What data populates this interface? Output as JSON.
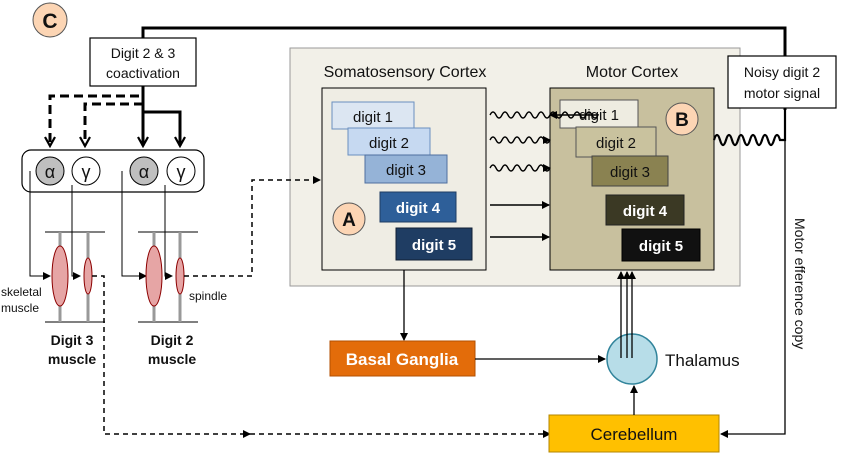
{
  "panel_label": "C",
  "top_box": {
    "line1": "Digit 2 & 3",
    "line2": "coactivation"
  },
  "noisy_box": {
    "line1": "Noisy digit 2",
    "line2": "motor signal"
  },
  "somatosensory": {
    "title": "Somatosensory Cortex",
    "marker": "A",
    "digits": [
      "digit 1",
      "digit 2",
      "digit 3",
      "digit 4",
      "digit 5"
    ]
  },
  "motor": {
    "title": "Motor Cortex",
    "marker": "B",
    "digits": [
      "digit 1",
      "digit 2",
      "digit 3",
      "digit 4",
      "digit 5"
    ]
  },
  "neurons": {
    "alpha": "α",
    "gamma": "γ"
  },
  "muscle_labels": {
    "skeletal1": "skeletal",
    "skeletal2": "muscle",
    "spindle": "spindle"
  },
  "digit3_muscle": {
    "line1": "Digit 3",
    "line2": "muscle"
  },
  "digit2_muscle": {
    "line1": "Digit 2",
    "line2": "muscle"
  },
  "basal_ganglia": "Basal Ganglia",
  "thalamus": "Thalamus",
  "cerebellum": "Cerebellum",
  "efference": "Motor efference copy",
  "colors": {
    "sensory_digit1": "#dce6f2",
    "sensory_digit2": "#c6d9f1",
    "sensory_digit3": "#95b3d7",
    "sensory_digit4": "#2e5f99",
    "sensory_digit5": "#1f3d63",
    "motor_digit1": "#eeece1",
    "motor_digit2": "#c9c29e",
    "motor_digit3": "#8a8251",
    "motor_digit4": "#3b3924",
    "motor_digit5": "#111111",
    "basal_ganglia": "#e36c0a",
    "cerebellum": "#ffc000",
    "thalamus": "#b7dde8",
    "cortex_bg": "#f2f0e8",
    "somato_fill": "#efede4",
    "motor_fill": "#c8c09e",
    "marker": "#fcd5b4",
    "muscle": "#e6a5a5"
  }
}
